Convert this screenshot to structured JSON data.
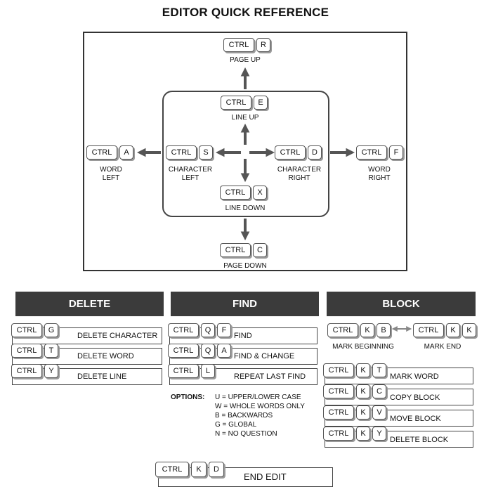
{
  "title": "EDITOR QUICK REFERENCE",
  "nav": {
    "up_page": {
      "keys": [
        "CTRL",
        "R"
      ],
      "label": "PAGE UP"
    },
    "up_line": {
      "keys": [
        "CTRL",
        "E"
      ],
      "label": "LINE UP"
    },
    "left_word": {
      "keys": [
        "CTRL",
        "A"
      ],
      "label": "WORD\nLEFT"
    },
    "left_char": {
      "keys": [
        "CTRL",
        "S"
      ],
      "label": "CHARACTER\nLEFT"
    },
    "right_char": {
      "keys": [
        "CTRL",
        "D"
      ],
      "label": "CHARACTER\nRIGHT"
    },
    "right_word": {
      "keys": [
        "CTRL",
        "F"
      ],
      "label": "WORD\nRIGHT"
    },
    "down_line": {
      "keys": [
        "CTRL",
        "X"
      ],
      "label": "LINE DOWN"
    },
    "down_page": {
      "keys": [
        "CTRL",
        "C"
      ],
      "label": "PAGE DOWN"
    }
  },
  "delete": {
    "header": "DELETE",
    "items": [
      {
        "keys": [
          "CTRL",
          "G"
        ],
        "label": "DELETE CHARACTER"
      },
      {
        "keys": [
          "CTRL",
          "T"
        ],
        "label": "DELETE WORD"
      },
      {
        "keys": [
          "CTRL",
          "Y"
        ],
        "label": "DELETE LINE"
      }
    ]
  },
  "find": {
    "header": "FIND",
    "items": [
      {
        "keys": [
          "CTRL",
          "Q",
          "F"
        ],
        "label": "FIND"
      },
      {
        "keys": [
          "CTRL",
          "Q",
          "A"
        ],
        "label": "FIND & CHANGE"
      },
      {
        "keys": [
          "CTRL",
          "L"
        ],
        "label": "REPEAT LAST FIND"
      }
    ],
    "options_label": "OPTIONS:",
    "options": [
      "U = UPPER/LOWER CASE",
      "W = WHOLE WORDS ONLY",
      "B = BACKWARDS",
      "G = GLOBAL",
      "N = NO QUESTION"
    ]
  },
  "block": {
    "header": "BLOCK",
    "mark_begin": {
      "keys": [
        "CTRL",
        "K",
        "B"
      ],
      "label": "MARK BEGINNING"
    },
    "mark_end": {
      "keys": [
        "CTRL",
        "K",
        "K"
      ],
      "label": "MARK END"
    },
    "items": [
      {
        "keys": [
          "CTRL",
          "K",
          "T"
        ],
        "label": "MARK WORD"
      },
      {
        "keys": [
          "CTRL",
          "K",
          "C"
        ],
        "label": "COPY BLOCK"
      },
      {
        "keys": [
          "CTRL",
          "K",
          "V"
        ],
        "label": "MOVE BLOCK"
      },
      {
        "keys": [
          "CTRL",
          "K",
          "Y"
        ],
        "label": "DELETE BLOCK"
      }
    ]
  },
  "end_edit": {
    "keys": [
      "CTRL",
      "K",
      "D"
    ],
    "label": "END EDIT"
  },
  "colors": {
    "header_bg": "#3b3b3b",
    "arrow": "#555555"
  }
}
